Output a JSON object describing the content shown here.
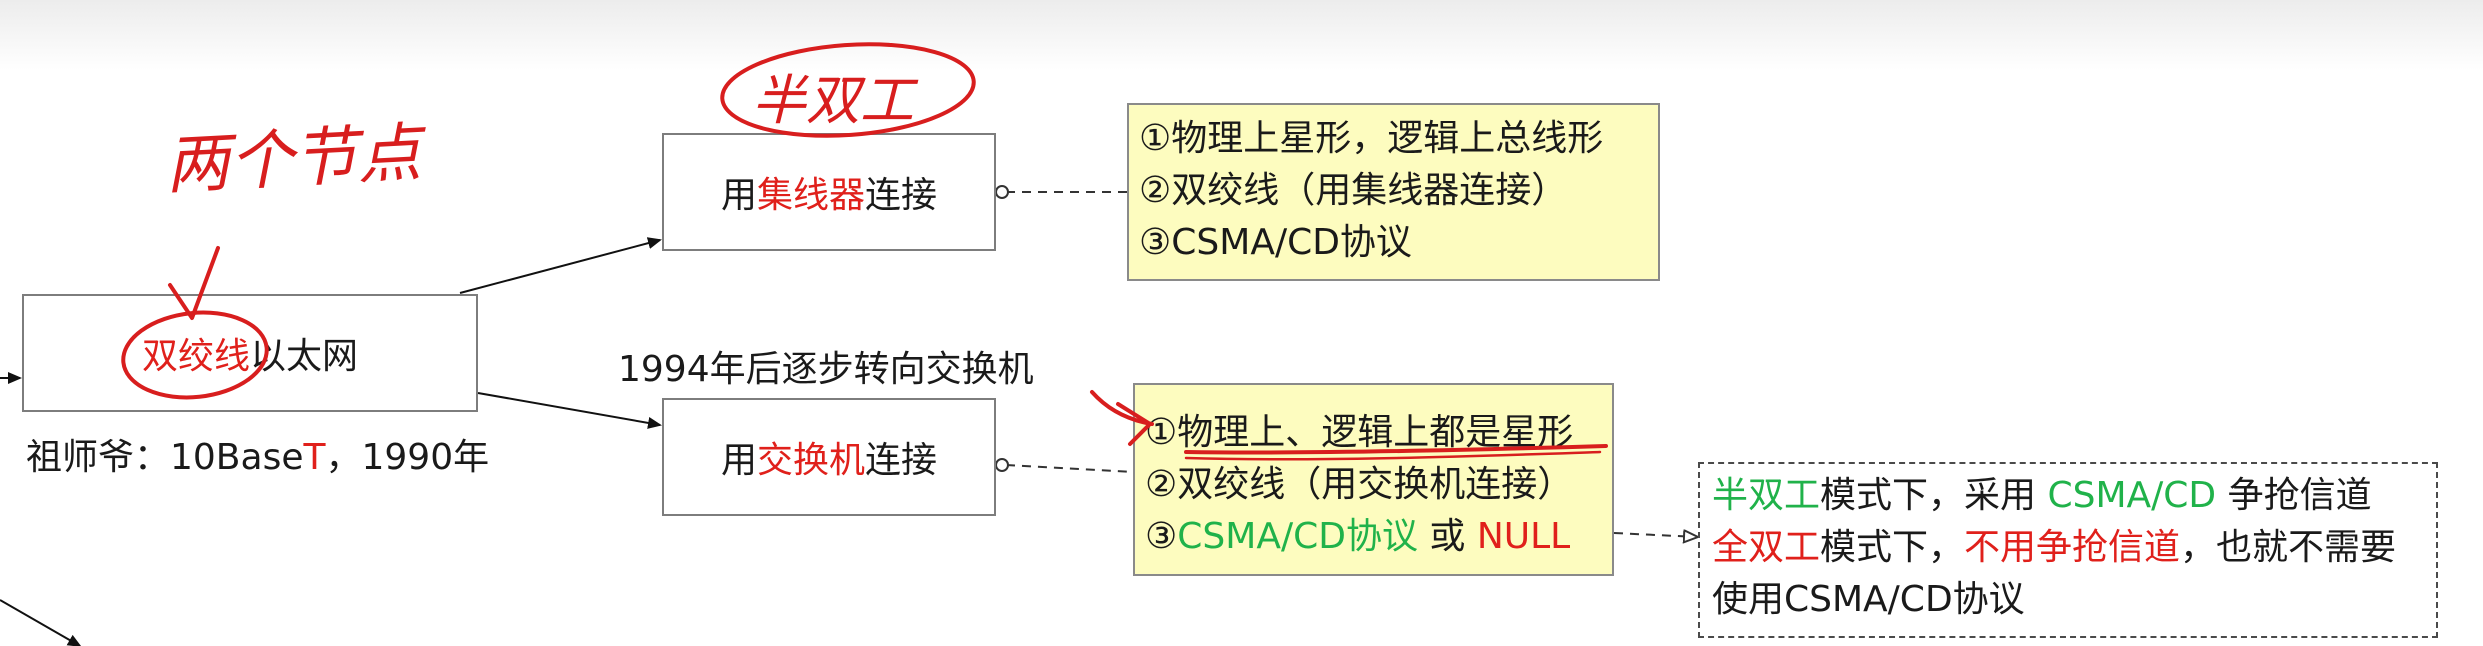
{
  "root": {
    "caption_prefix": "祖师爷：10Base",
    "caption_t": "T",
    "caption_suffix": "，1990年"
  },
  "twisted_pair_box": {
    "red_part": "双绞线",
    "rest": "以太网"
  },
  "hub_box": {
    "prefix": "用",
    "highlight": "集线器",
    "suffix": "连接"
  },
  "switch_box": {
    "prefix": "用",
    "highlight": "交换机",
    "suffix": "连接"
  },
  "transition_label": "1994年后逐步转向交换机",
  "hub_note": {
    "line1": "①物理上星形，逻辑上总线形",
    "line2": "②双绞线（用集线器连接）",
    "line3": "③CSMA/CD协议"
  },
  "switch_note": {
    "line1": "①物理上、逻辑上都是星形",
    "line2": "②双绞线（用交换机连接）",
    "line3_prefix": "③",
    "line3_green": "CSMA/CD协议",
    "line3_or": " 或 ",
    "line3_red": "NULL"
  },
  "duplex_note": {
    "l1_green": "半双工",
    "l1_mid": "模式下，采用 ",
    "l1_green2": "CSMA/CD",
    "l1_end": " 争抢信道",
    "l2_red": "全双工",
    "l2_mid": "模式下，",
    "l2_red2": "不用争抢信道",
    "l2_end": "，也就不需要",
    "l3": "使用CSMA/CD协议"
  },
  "handwriting": {
    "two_nodes": "两个节点",
    "half_duplex": "半双工"
  },
  "colors": {
    "accent_red": "#e0201b",
    "accent_green": "#20b24a",
    "note_yellow": "#fdfcbf",
    "ink_red": "#d81e1e"
  }
}
